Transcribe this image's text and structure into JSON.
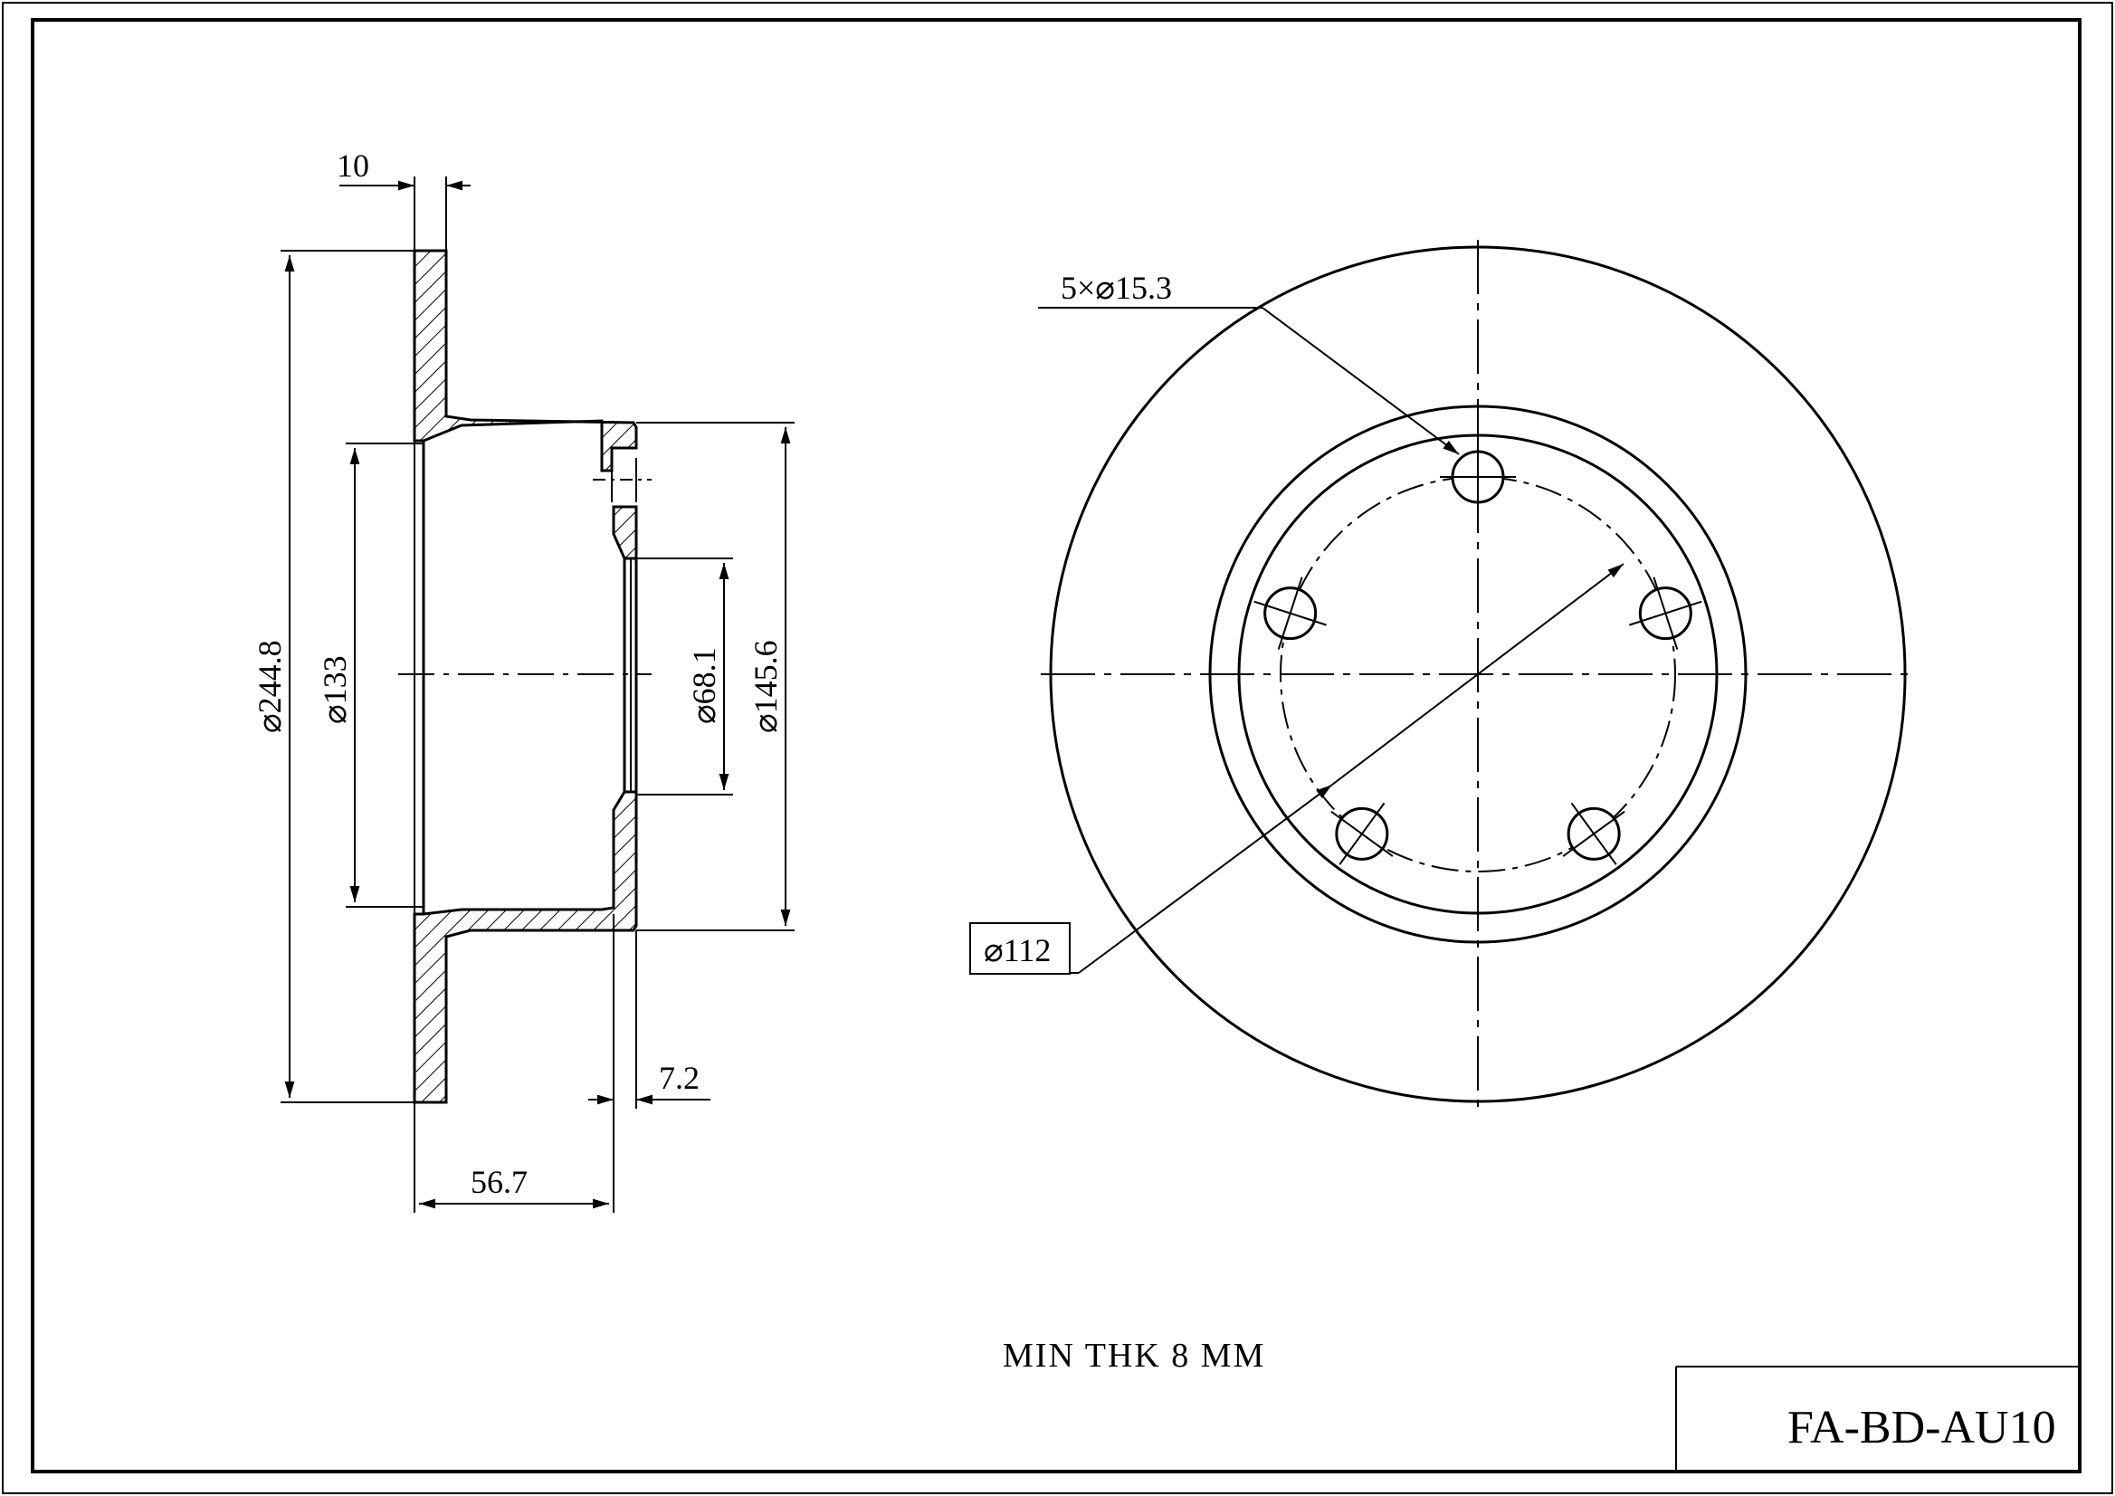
{
  "drawing": {
    "part_number": "FA-BD-AU10",
    "note": "MIN THK 8 MM"
  },
  "side_view": {
    "dims": {
      "hat_thickness": "10",
      "outer_diameter": "⌀244.8",
      "hat_inner_diameter": "⌀133",
      "center_bore": "⌀68.1",
      "hat_outer_diameter": "⌀145.6",
      "disc_thickness": "7.2",
      "total_height": "56.7"
    }
  },
  "front_view": {
    "dims": {
      "bolt_holes": "5×⌀15.3",
      "pitch_circle": "⌀112"
    },
    "bolt_count": 5
  },
  "colors": {
    "line": "#000000",
    "background": "#ffffff"
  }
}
